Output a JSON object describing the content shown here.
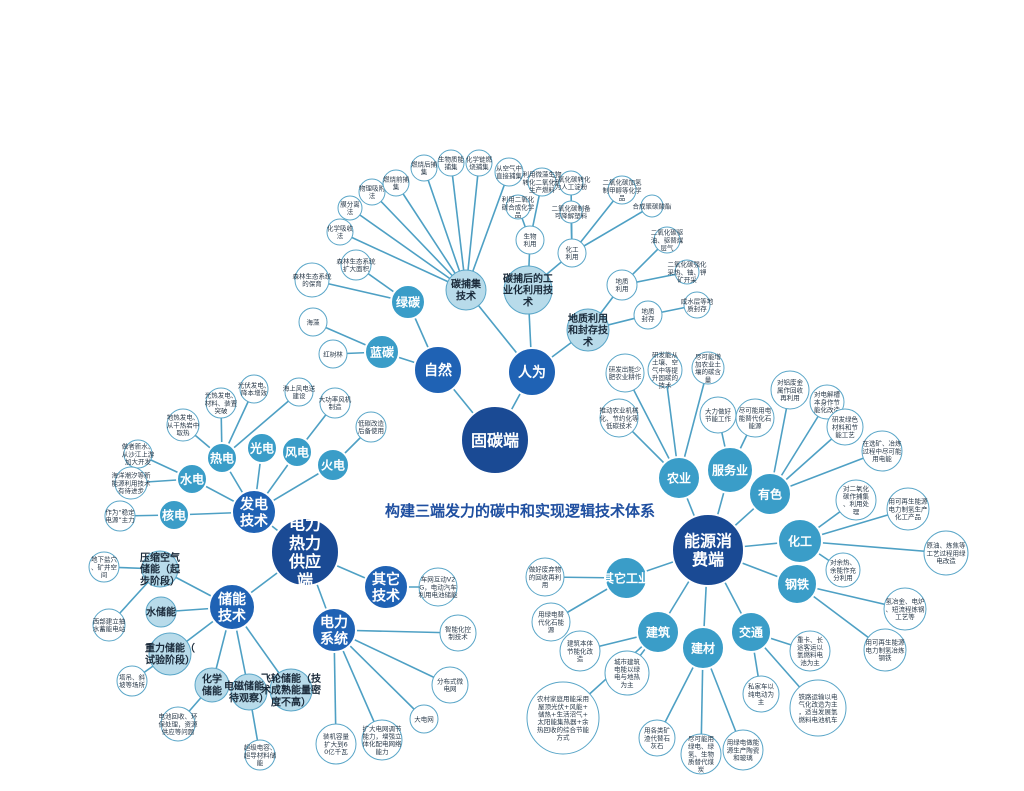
{
  "title": "构建三端发力的碳中和实现逻辑技术体系",
  "colors": {
    "root": "#1a4a94",
    "branch": "#3a9dc8",
    "topic": "#b8dbea",
    "leaf": "#ffffff",
    "line": "#4ea0c4"
  },
  "nodes": [
    {
      "label": "固碳端"
    },
    {
      "label": "自然"
    },
    {
      "label": "人为"
    },
    {
      "label": "绿碳"
    },
    {
      "label": "蓝碳"
    },
    {
      "label": "碳捕集技术"
    },
    {
      "label": "碳捕后的工业化利用技术"
    },
    {
      "label": "地质利用和封存技术"
    },
    {
      "label": "森林生态系统的保育"
    },
    {
      "label": "森林生态系统扩大面积"
    },
    {
      "label": "海藻"
    },
    {
      "label": "红树林"
    },
    {
      "label": "化学吸收法"
    },
    {
      "label": "膜分离法"
    },
    {
      "label": "物理吸附法"
    },
    {
      "label": "燃烧前捕集"
    },
    {
      "label": "燃烧后捕集"
    },
    {
      "label": "生物质能捕集"
    },
    {
      "label": "化学链燃烧捕集"
    },
    {
      "label": "从空气中直接捕集"
    },
    {
      "label": "生物利用"
    },
    {
      "label": "化工利用"
    },
    {
      "label": "地质利用"
    },
    {
      "label": "地质封存"
    },
    {
      "label": "利用二氧化碳合成化学品"
    },
    {
      "label": "利用微藻生物转化二氧化碳生产燃料"
    },
    {
      "label": "二氧化碳制备可降解塑料"
    },
    {
      "label": "二氧化碳转化为人工淀粉"
    },
    {
      "label": "二氧化碳加氢制甲醇等化学品"
    },
    {
      "label": "合成聚碳酸酯"
    },
    {
      "label": "二氧化碳驱油、驱替煤层气"
    },
    {
      "label": "二氧化碳强化采热、铀、钾矿开采"
    },
    {
      "label": "咸水层等地质封存"
    },
    {
      "label": "电力热力供应端"
    },
    {
      "label": "发电技术"
    },
    {
      "label": "储能技术"
    },
    {
      "label": "电力系统"
    },
    {
      "label": "其它技术"
    },
    {
      "label": "热电"
    },
    {
      "label": "光电"
    },
    {
      "label": "风电"
    },
    {
      "label": "火电"
    },
    {
      "label": "水电"
    },
    {
      "label": "核电"
    },
    {
      "label": "地热发电、从干热岩中取热"
    },
    {
      "label": "光热发电、材料、装置突破"
    },
    {
      "label": "光伏发电、降本增效"
    },
    {
      "label": "海上风电送建设"
    },
    {
      "label": "大功率风机制造"
    },
    {
      "label": "低碳改造后备使用"
    },
    {
      "label": "做者新水、从沙江上游加大开发"
    },
    {
      "label": "海洋潮汐等新能源利用技术有待进步"
    },
    {
      "label": "作为“稳定电源”主力"
    },
    {
      "label": "压缩空气储能（起步阶段）"
    },
    {
      "label": "水储能"
    },
    {
      "label": "重力储能（试验阶段）"
    },
    {
      "label": "化学储能"
    },
    {
      "label": "电磁储能（待观察）"
    },
    {
      "label": "飞轮储能（技术成熟能量密度不高）"
    },
    {
      "label": "地下盐穴、矿井空间"
    },
    {
      "label": "西部建立抽水蓄能电站"
    },
    {
      "label": "塔吊、斜坡等场所"
    },
    {
      "label": "电池回收、环保处理，资源供应等问题"
    },
    {
      "label": "超级电容、超导材料储能"
    },
    {
      "label": "装机容量扩大到60亿千瓦"
    },
    {
      "label": "扩大电网调节能力，增强立体化配电网络能力"
    },
    {
      "label": "大电网"
    },
    {
      "label": "分布式微电网"
    },
    {
      "label": "智能化控制技术"
    },
    {
      "label": "车网互动V2G，电动汽车利用电池储能"
    },
    {
      "label": "能源消费端"
    },
    {
      "label": "农业"
    },
    {
      "label": "服务业"
    },
    {
      "label": "有色"
    },
    {
      "label": "化工"
    },
    {
      "label": "钢铁"
    },
    {
      "label": "交通"
    },
    {
      "label": "建材"
    },
    {
      "label": "建筑"
    },
    {
      "label": "其它工业"
    },
    {
      "label": "推动农业机械化、节约化等低碳技术"
    },
    {
      "label": "研发出能少肥农业耕作"
    },
    {
      "label": "研发能从土壤、空气中等提升固碳的技术"
    },
    {
      "label": "尽可能增加农业土壤的碳含量"
    },
    {
      "label": "大力做好节能工作"
    },
    {
      "label": "尽可能用电能替代化石能源"
    },
    {
      "label": "对铝废金属作回收再利用"
    },
    {
      "label": "对电解槽本身作节能化改造"
    },
    {
      "label": "研发绿色材料和节能工艺"
    },
    {
      "label": "在选矿、冶炼过程中尽可能用电能"
    },
    {
      "label": "对二氧化碳作捕集、利用处理"
    },
    {
      "label": "用可再生能源电力制氢生产化工产品"
    },
    {
      "label": "原油、炼焦等工艺过程用绿电改造"
    },
    {
      "label": "对余热、余能作充分利用"
    },
    {
      "label": "氢冶金、电炉、短流程炼钢工艺等"
    },
    {
      "label": "用可再生能源电力制氢冶炼钢铁"
    },
    {
      "label": "重卡、长途客运以氢燃料电池为主"
    },
    {
      "label": "私家车以纯电动为主"
    },
    {
      "label": "铁路运输以电气化改造为主，适当发展氢燃料电池机车"
    },
    {
      "label": "用各类矿渣代替石灰石"
    },
    {
      "label": "尽可能用绿电、绿氢、生物质替代煤炭"
    },
    {
      "label": "用绿电做能源生产陶瓷和玻璃"
    },
    {
      "label": "建筑本体节能化改造"
    },
    {
      "label": "城市建筑电能以绿电与地热为主"
    },
    {
      "label": "农村家庭用能采用屋顶光伏+风能+储热+生活沼气+太阳能集热器+余热回收的综合节能方式"
    },
    {
      "label": "做好废弃物的回收再利用"
    },
    {
      "label": "用绿电替代化石能源"
    }
  ]
}
